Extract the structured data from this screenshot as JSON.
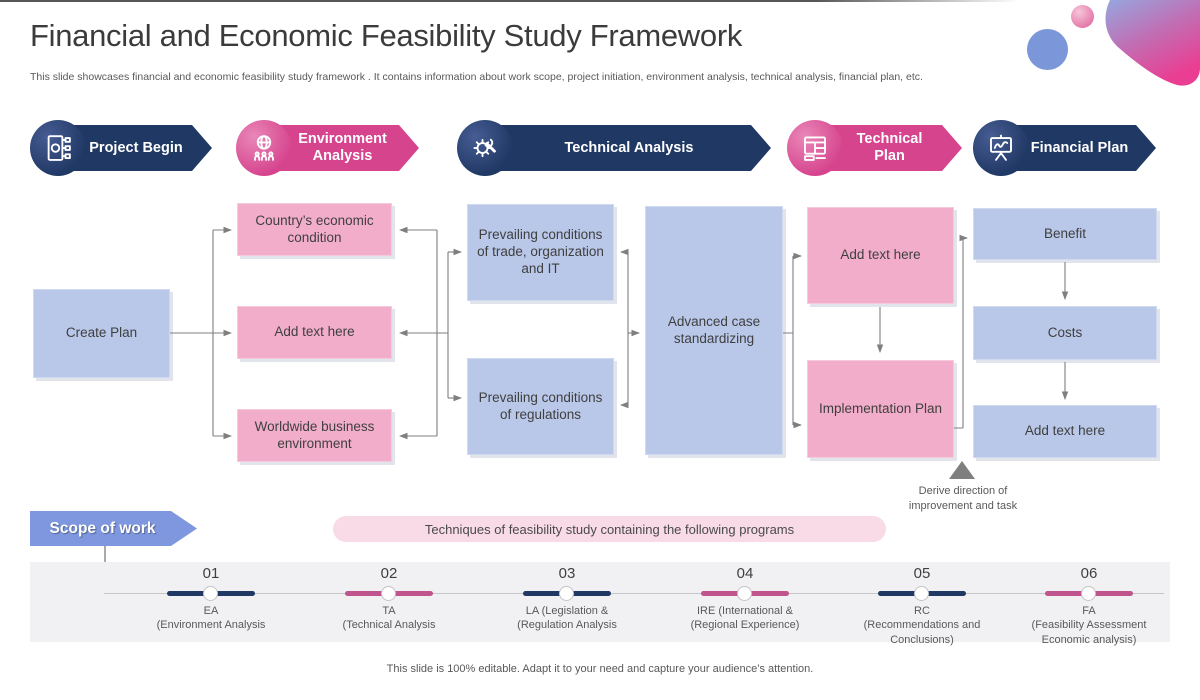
{
  "slide": {
    "title": "Financial and Economic Feasibility Study Framework",
    "subtitle": "This slide showcases financial and economic feasibility study framework . It contains information about work scope, project initiation, environment analysis, technical analysis, financial plan,  etc.",
    "footer": "This slide is 100% editable. Adapt it to your need and capture your audience’s attention."
  },
  "colors": {
    "navy": "#203864",
    "pink": "#d6448e",
    "box_blue": "#b9c7e8",
    "box_pink": "#f2adca",
    "pill_pink": "#f8dbe7",
    "scope_blue": "#7e97de",
    "connector_gray": "#7f7f7f",
    "timeline_bg": "#f1f1f3",
    "timeline_pink": "#c0548c",
    "timeline_navy": "#1f3864"
  },
  "banners": [
    {
      "label": "Project Begin",
      "icon": "clipboard-gear-icon"
    },
    {
      "label": "Environment Analysis",
      "icon": "globe-people-icon"
    },
    {
      "label": "Technical Analysis",
      "icon": "gear-wrench-icon"
    },
    {
      "label": "Technical Plan",
      "icon": "wireframe-icon"
    },
    {
      "label": "Financial Plan",
      "icon": "presentation-board-icon"
    }
  ],
  "flow": {
    "create_plan": "Create Plan",
    "country_economic": "Country’s economic condition",
    "add_text_1": "Add text here",
    "worldwide_business": "Worldwide business environment",
    "prevailing_trade": "Prevailing conditions of trade, organization and IT",
    "prevailing_regulations": "Prevailing conditions of regulations",
    "advanced_case": "Advanced case standardizing",
    "add_text_2": "Add text here",
    "implementation_plan": "Implementation Plan",
    "benefit": "Benefit",
    "costs": "Costs",
    "add_text_3": "Add text here",
    "derive_note": "Derive direction of improvement and task"
  },
  "scope": {
    "label": "Scope of work",
    "pill": "Techniques of feasibility study containing the following programs"
  },
  "timeline": [
    {
      "number": "01",
      "label": "EA\n(Environment Analysis"
    },
    {
      "number": "02",
      "label": "TA\n(Technical Analysis"
    },
    {
      "number": "03",
      "label": "LA (Legislation &\n(Regulation Analysis"
    },
    {
      "number": "04",
      "label": "IRE (International &\n(Regional Experience)"
    },
    {
      "number": "05",
      "label": "RC\n(Recommendations and\nConclusions)"
    },
    {
      "number": "06",
      "label": "FA\n(Feasibility Assessment\nEconomic analysis)"
    }
  ]
}
